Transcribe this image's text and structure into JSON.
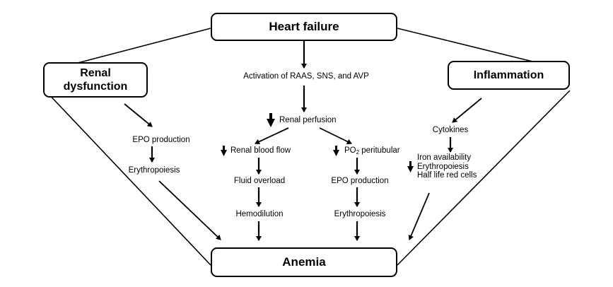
{
  "boxes": {
    "heart_failure": "Heart failure",
    "renal_dysfunction_line1": "Renal",
    "renal_dysfunction_line2": "dysfunction",
    "inflammation": "Inflammation",
    "anemia": "Anemia"
  },
  "center": {
    "activation": "Activation of RAAS, SNS, and AVP",
    "renal_perfusion": "Renal perfusion",
    "renal_blood_flow": "Renal blood flow",
    "po2_prefix": "PO",
    "po2_sub": "2",
    "po2_suffix": " peritubular",
    "fluid_overload": "Fluid overload",
    "hemodilution": "Hemodilution",
    "epo_production": "EPO production",
    "erythropoiesis": "Erythropoiesis"
  },
  "left": {
    "epo_production": "EPO production",
    "erythropoiesis": "Erythropoiesis"
  },
  "right": {
    "cytokines": "Cytokines",
    "iron_availability": "Iron  availability",
    "erythropoiesis": "Erythropoiesis",
    "half_life": "Half life red cells"
  }
}
